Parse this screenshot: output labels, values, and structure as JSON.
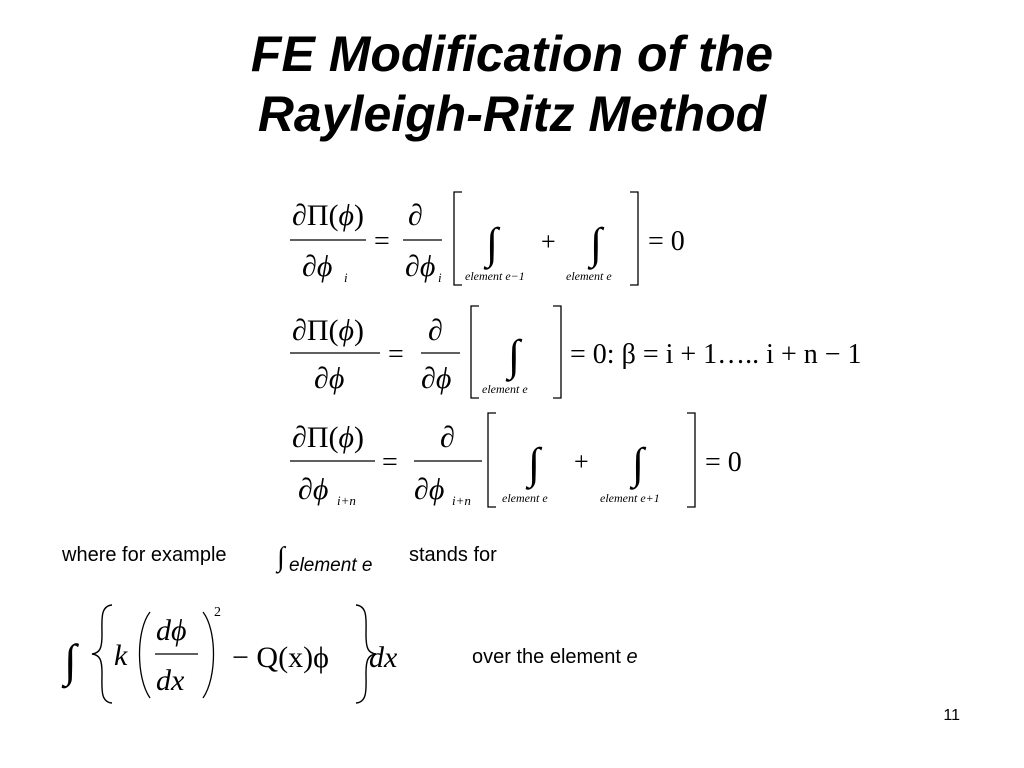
{
  "slide": {
    "title_line1": "FE Modification of the",
    "title_line2": "Rayleigh-Ritz Method",
    "page_number": "11"
  },
  "equations": {
    "eq1": {
      "subscript_i": "i",
      "limit_left": "element e−1",
      "limit_right": "element e",
      "rhs": "= 0"
    },
    "eq2": {
      "limit": "element e",
      "rhs": "= 0: β = i + 1….. i + n − 1"
    },
    "eq3": {
      "subscript": "i+n",
      "limit_left": "element e",
      "limit_right": "element e+1",
      "rhs": "= 0"
    }
  },
  "text": {
    "where_prefix": "where for example",
    "where_subscript": "element  e",
    "where_suffix": "stands for",
    "over_element": "over the element",
    "over_element_var": "e"
  },
  "integrand": {
    "k": "k",
    "d_phi": "dϕ",
    "dx": "dx",
    "power": "2",
    "tail": "− Q(x)ϕ",
    "dx_tail": "dx"
  }
}
